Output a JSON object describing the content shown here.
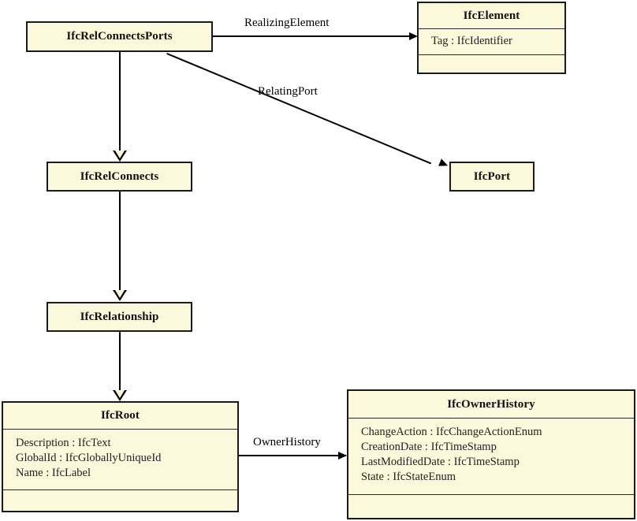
{
  "diagram": {
    "title": "IFC IfcRelConnectsPorts class hierarchy",
    "colors": {
      "class_fill": "#fcf8dc",
      "class_border": "#1a1a1a",
      "edge": "#000000",
      "background": "#ffffff"
    }
  },
  "classes": [
    {
      "id": "ifcrelconnectsports",
      "name": "IfcRelConnectsPorts",
      "attributes": [],
      "has_empty_compartment": false
    },
    {
      "id": "ifcelement",
      "name": "IfcElement",
      "attributes": [
        "Tag : IfcIdentifier"
      ],
      "has_empty_compartment": true
    },
    {
      "id": "ifcrelconnects",
      "name": "IfcRelConnects",
      "attributes": [],
      "has_empty_compartment": false
    },
    {
      "id": "ifcport",
      "name": "IfcPort",
      "attributes": [],
      "has_empty_compartment": false
    },
    {
      "id": "ifcrelationship",
      "name": "IfcRelationship",
      "attributes": [],
      "has_empty_compartment": false
    },
    {
      "id": "ifcroot",
      "name": "IfcRoot",
      "attributes": [
        "Description : IfcText",
        "GlobalId : IfcGloballyUniqueId",
        "Name : IfcLabel"
      ],
      "has_empty_compartment": true
    },
    {
      "id": "ifcownerhistory",
      "name": "IfcOwnerHistory",
      "attributes": [
        "ChangeAction : IfcChangeActionEnum",
        "CreationDate : IfcTimeStamp",
        "LastModifiedDate : IfcTimeStamp",
        "State : IfcStateEnum"
      ],
      "has_empty_compartment": true
    }
  ],
  "edges": [
    {
      "id": "realizing-element",
      "label": "RealizingElement",
      "from": "IfcRelConnectsPorts",
      "to": "IfcElement",
      "kind": "association"
    },
    {
      "id": "relating-port",
      "label": "RelatingPort",
      "from": "IfcRelConnectsPorts",
      "to": "IfcPort",
      "kind": "association"
    },
    {
      "id": "owner-history",
      "label": "OwnerHistory",
      "from": "IfcRoot",
      "to": "IfcOwnerHistory",
      "kind": "association"
    },
    {
      "id": "gen-relconnectsports-relconnects",
      "label": "",
      "from": "IfcRelConnectsPorts",
      "to": "IfcRelConnects",
      "kind": "generalization"
    },
    {
      "id": "gen-relconnects-relationship",
      "label": "",
      "from": "IfcRelConnects",
      "to": "IfcRelationship",
      "kind": "generalization"
    },
    {
      "id": "gen-relationship-root",
      "label": "",
      "from": "IfcRelationship",
      "to": "IfcRoot",
      "kind": "generalization"
    }
  ]
}
